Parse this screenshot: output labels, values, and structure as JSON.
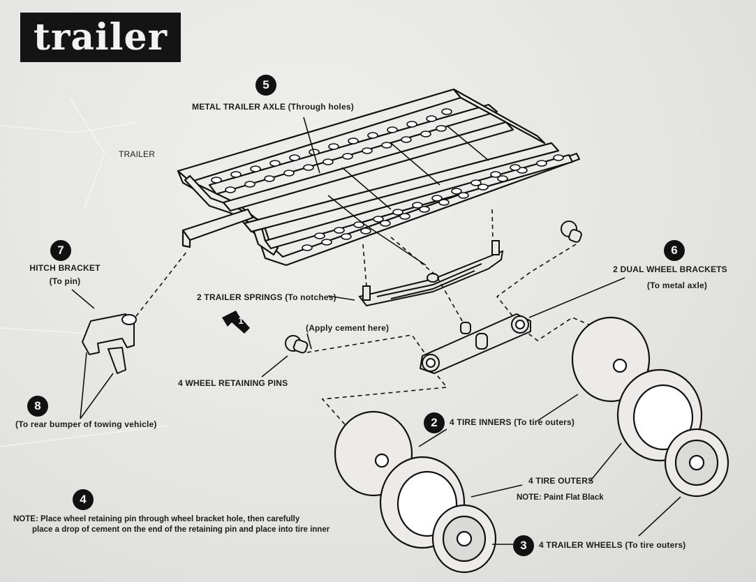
{
  "title": "trailer",
  "labels": {
    "axle": "METAL TRAILER AXLE (Through holes)",
    "trailer": "TRAILER",
    "hitch_bracket": "HITCH BRACKET",
    "hitch_bracket_sub": "(To pin)",
    "springs": "2 TRAILER SPRINGS (To notches)",
    "apply_cement": "(Apply cement here)",
    "retaining_pins": "4 WHEEL RETAINING PINS",
    "dual_wheel_brackets": "2 DUAL WHEEL BRACKETS",
    "dual_wheel_brackets_sub": "(To metal axle)",
    "rear_bumper": "(To rear bumper of towing vehicle)",
    "tire_inners": "4 TIRE INNERS (To tire outers)",
    "tire_outers": "4 TIRE OUTERS",
    "tire_outers_note_key": "NOTE:",
    "tire_outers_note": "Paint Flat Black",
    "trailer_wheels": "4 TRAILER WHEELS (To tire outers)"
  },
  "step_numbers": {
    "s1": "1",
    "s2": "2",
    "s3": "3",
    "s4": "4",
    "s5": "5",
    "s6": "6",
    "s7": "7",
    "s8": "8"
  },
  "bottom_note": {
    "key": "NOTE:",
    "line1": "Place wheel retaining pin through wheel bracket hole, then carefully",
    "line2": "place a drop of cement on the end of the retaining pin and place into tire inner"
  }
}
